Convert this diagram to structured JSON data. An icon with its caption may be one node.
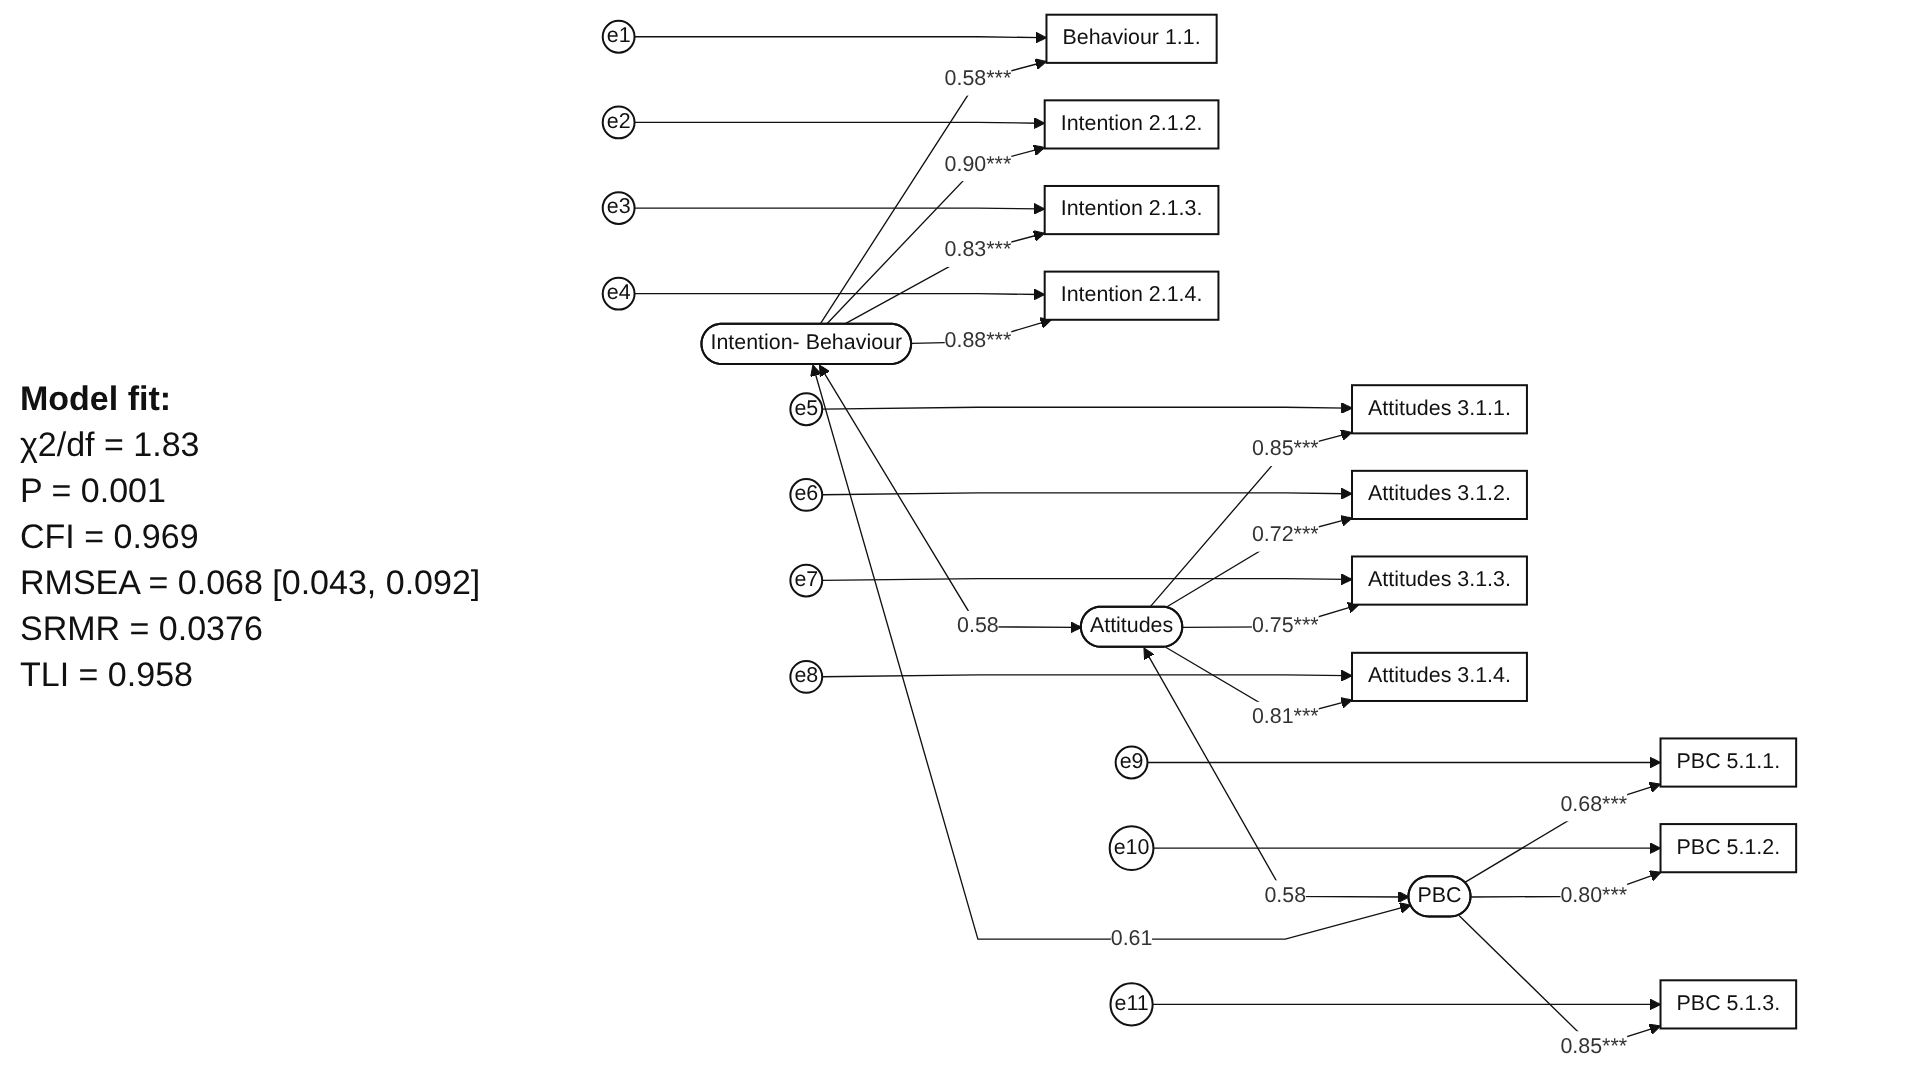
{
  "diagram": {
    "nodes": [
      {
        "text": [
          "e1"
        ]
      },
      {
        "text": [
          "e2"
        ]
      },
      {
        "text": [
          "e3"
        ]
      },
      {
        "text": [
          "e4"
        ]
      },
      {
        "text": [
          "e5"
        ]
      },
      {
        "text": [
          "e6"
        ]
      },
      {
        "text": [
          "e7"
        ]
      },
      {
        "text": [
          "e8"
        ]
      },
      {
        "text": [
          "e9"
        ]
      },
      {
        "text": [
          "e10"
        ]
      },
      {
        "text": [
          "e11"
        ]
      },
      {
        "text": [
          "Behaviour 1.1."
        ]
      },
      {
        "text": [
          "Intention 2.1.2."
        ]
      },
      {
        "text": [
          "Intention 2.1.3."
        ]
      },
      {
        "text": [
          "Intention 2.1.4."
        ]
      },
      {
        "text": [
          "Attitudes 3.1.1."
        ]
      },
      {
        "text": [
          "Attitudes 3.1.2."
        ]
      },
      {
        "text": [
          "Attitudes 3.1.3."
        ]
      },
      {
        "text": [
          "Attitudes 3.1.4."
        ]
      },
      {
        "text": [
          "PBC 5.1.1."
        ]
      },
      {
        "text": [
          "PBC 5.1.2."
        ]
      },
      {
        "text": [
          "PBC 5.1.3."
        ]
      },
      {
        "text": [
          "Intention- Behaviour"
        ]
      },
      {
        "text": [
          "Attitudes"
        ]
      },
      {
        "text": [
          "PBC"
        ]
      }
    ],
    "edges": [
      {
        "from": 0,
        "to": 11,
        "arrow": "to"
      },
      {
        "from": 1,
        "to": 12,
        "arrow": "to"
      },
      {
        "from": 2,
        "to": 13,
        "arrow": "to"
      },
      {
        "from": 3,
        "to": 14,
        "arrow": "to"
      },
      {
        "from": 4,
        "to": 15,
        "arrow": "to"
      },
      {
        "from": 5,
        "to": 16,
        "arrow": "to"
      },
      {
        "from": 6,
        "to": 17,
        "arrow": "to"
      },
      {
        "from": 7,
        "to": 18,
        "arrow": "to"
      },
      {
        "from": 8,
        "to": 19,
        "arrow": "to"
      },
      {
        "from": 9,
        "to": 20,
        "arrow": "to"
      },
      {
        "from": 10,
        "to": 21,
        "arrow": "to"
      },
      {
        "from": 22,
        "to": 11,
        "arrow": "to",
        "label": "0.58***"
      },
      {
        "from": 22,
        "to": 12,
        "arrow": "to",
        "label": "0.90***"
      },
      {
        "from": 22,
        "to": 13,
        "arrow": "to",
        "label": "0.83***"
      },
      {
        "from": 22,
        "to": 14,
        "arrow": "to",
        "label": "0.88***"
      },
      {
        "from": 23,
        "to": 15,
        "arrow": "to",
        "label": "0.85***"
      },
      {
        "from": 23,
        "to": 16,
        "arrow": "to",
        "label": "0.72***"
      },
      {
        "from": 23,
        "to": 17,
        "arrow": "to",
        "label": "0.75***"
      },
      {
        "from": 23,
        "to": 18,
        "arrow": "to",
        "label": "0.81***"
      },
      {
        "from": 24,
        "to": 19,
        "arrow": "to",
        "label": "0.68***"
      },
      {
        "from": 24,
        "to": 20,
        "arrow": "to",
        "label": "0.80***"
      },
      {
        "from": 24,
        "to": 21,
        "arrow": "to",
        "label": "0.85***"
      },
      {
        "from": 22,
        "to": 23,
        "arrow": "both",
        "label": "0.58"
      },
      {
        "from": 23,
        "to": 24,
        "arrow": "both",
        "label": "0.58"
      },
      {
        "from": 22,
        "to": 24,
        "arrow": "both",
        "label": "0.61"
      }
    ],
    "labels": [
      "Model fit:",
      "χ2/df = 1.83",
      "P = 0.001",
      "CFI = 0.969",
      "RMSEA = 0.068 [0.043, 0.092]",
      "SRMR = 0.0376",
      "TLI = 0.958"
    ]
  }
}
